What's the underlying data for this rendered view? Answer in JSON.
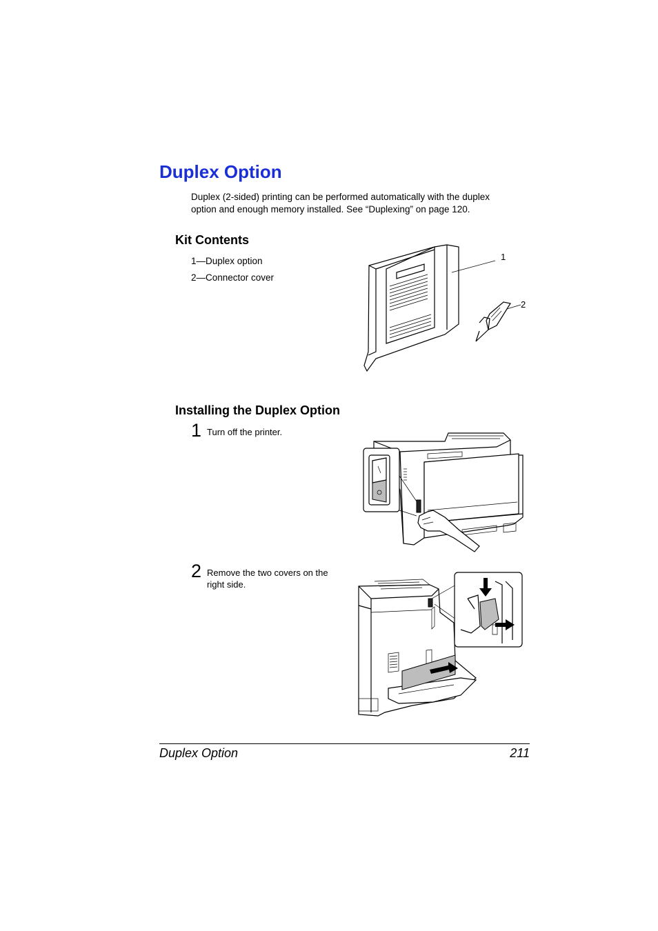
{
  "page": {
    "title": "Duplex Option",
    "intro": "Duplex (2-sided) printing can be performed automatically with the duplex option and enough memory installed. See “Duplexing” on page 120."
  },
  "kit_contents": {
    "heading": "Kit Contents",
    "items": [
      "1—Duplex option",
      "2—Connector cover"
    ],
    "callouts": [
      "1",
      "2"
    ]
  },
  "installing": {
    "heading": "Installing the Duplex Option",
    "steps": [
      {
        "number": "1",
        "text": "Turn off the printer."
      },
      {
        "number": "2",
        "text": "Remove the two covers on the right side."
      }
    ]
  },
  "footer": {
    "title": "Duplex Option",
    "page_number": "211"
  }
}
